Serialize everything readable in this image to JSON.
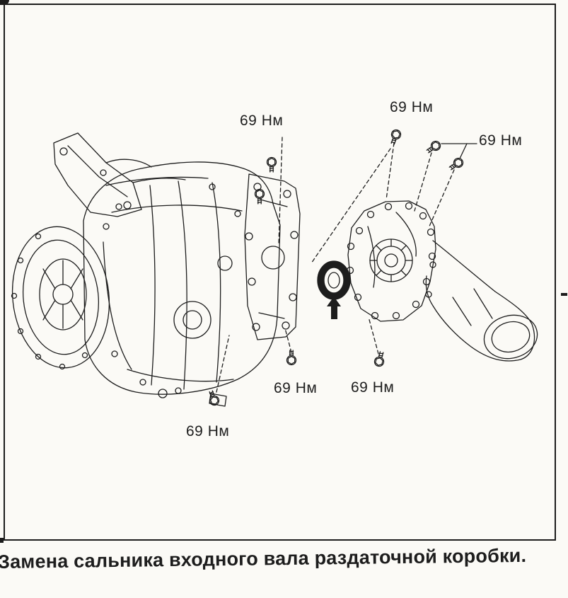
{
  "colors": {
    "ink": "#1d1d1d",
    "paper": "#fbfaf6"
  },
  "figure": {
    "callouts": [
      {
        "id": "torque-top-left",
        "text": "69 Нм"
      },
      {
        "id": "torque-top-center",
        "text": "69 Нм"
      },
      {
        "id": "torque-top-right",
        "text": "69 Нм"
      },
      {
        "id": "torque-bottom-center-left",
        "text": "69 Нм"
      },
      {
        "id": "torque-bottom-center-right",
        "text": "69 Нм"
      },
      {
        "id": "torque-bottom-left",
        "text": "69 Нм"
      }
    ]
  },
  "caption": {
    "text": "Замена сальника входного вала раздаточной коробки."
  }
}
